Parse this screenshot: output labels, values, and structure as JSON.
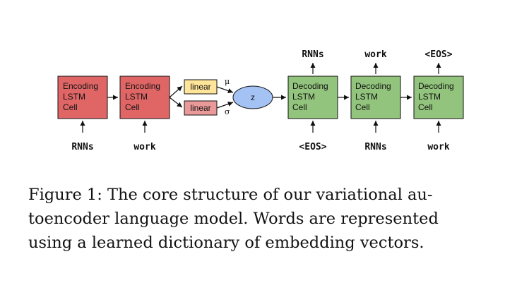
{
  "diagram": {
    "encoders": [
      {
        "lines": [
          "Encoding",
          "LSTM",
          "Cell"
        ],
        "input": "RNNs"
      },
      {
        "lines": [
          "Encoding",
          "LSTM",
          "Cell"
        ],
        "input": "work"
      }
    ],
    "linear_mu": "linear",
    "linear_sigma": "linear",
    "mu_symbol": "μ",
    "sigma_symbol": "σ",
    "z_label": "z",
    "decoders": [
      {
        "lines": [
          "Decoding",
          "LSTM",
          "Cell"
        ],
        "input": "<EOS>",
        "output": "RNNs"
      },
      {
        "lines": [
          "Decoding",
          "LSTM",
          "Cell"
        ],
        "input": "RNNs",
        "output": "work"
      },
      {
        "lines": [
          "Decoding",
          "LSTM",
          "Cell"
        ],
        "input": "work",
        "output": "<EOS>"
      }
    ],
    "colors": {
      "encoder": "#e06666",
      "decoder": "#93c47d",
      "linear_mu": "#ffe599",
      "linear_sigma": "#ea9999",
      "z": "#a4c2f4"
    }
  },
  "caption": {
    "lines": [
      "Figure 1: The core structure of our variational au-",
      "toencoder language model. Words are represented",
      "using a learned dictionary of embedding vectors."
    ]
  }
}
